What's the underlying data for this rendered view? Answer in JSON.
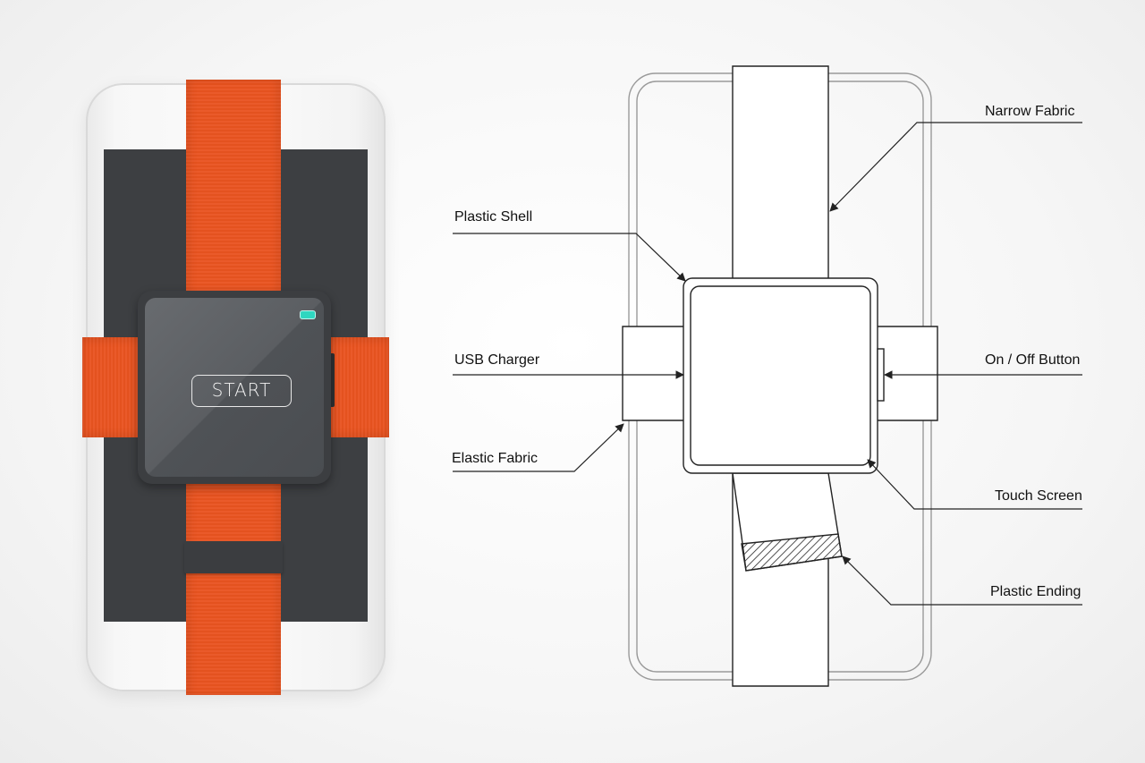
{
  "start_label": "START",
  "colors": {
    "strap": "#e4521f",
    "device": "#3c3e41",
    "battery": "#2fd6c0",
    "line": "#222222"
  },
  "labels": {
    "narrow_fabric": "Narrow Fabric",
    "plastic_shell": "Plastic Shell",
    "usb_charger": "USB Charger",
    "on_off_button": "On / Off Button",
    "elastic_fabric": "Elastic Fabric",
    "touch_screen": "Touch Screen",
    "plastic_ending": "Plastic Ending"
  }
}
